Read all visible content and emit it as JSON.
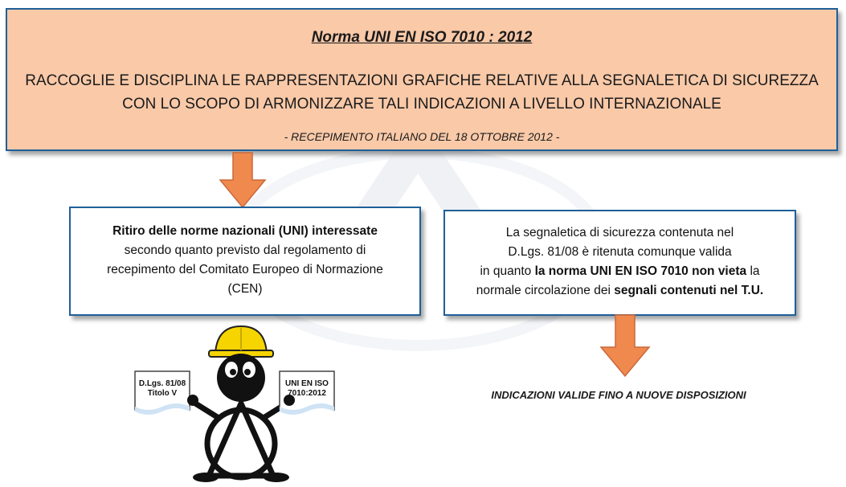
{
  "header": {
    "title": "Norma UNI  EN ISO 7010 : 2012",
    "description_line1": "RACCOGLIE E DISCIPLINA LE RAPPRESENTAZIONI GRAFICHE RELATIVE ALLA SEGNALETICA DI SICUREZZA",
    "description_line2": "CON LO SCOPO DI ARMONIZZARE TALI INDICAZIONI A LIVELLO INTERNAZIONALE",
    "note": "- RECEPIMENTO ITALIANO DEL 18 OTTOBRE 2012 -"
  },
  "left_box": {
    "bold_line": "Ritiro delle norme nazionali (UNI) interessate",
    "line2": "secondo quanto previsto dal regolamento di",
    "line3": "recepimento del Comitato Europeo di Normazione",
    "line4": "(CEN)"
  },
  "right_box": {
    "line1": "La segnaletica di sicurezza contenuta nel",
    "line2": "D.Lgs. 81/08 è ritenuta comunque valida",
    "line3_pre": "in quanto ",
    "line3_bold": "la norma UNI EN ISO 7010 non vieta",
    "line3_post": " la",
    "line4_pre": "normale circolazione dei ",
    "line4_bold": "segnali contenuti nel T.U."
  },
  "bottom_note": "INDICAZIONI VALIDE FINO A NUOVE DISPOSIZIONI",
  "figure": {
    "left_doc_line1": "D.Lgs. 81/08",
    "left_doc_line2": "Titolo V",
    "right_doc_line1": "UNI EN ISO",
    "right_doc_line2": "7010:2012"
  },
  "colors": {
    "header_bg": "#f9c9a8",
    "border": "#1f5f99",
    "arrow": "#f0894e",
    "helmet": "#f5d400"
  }
}
